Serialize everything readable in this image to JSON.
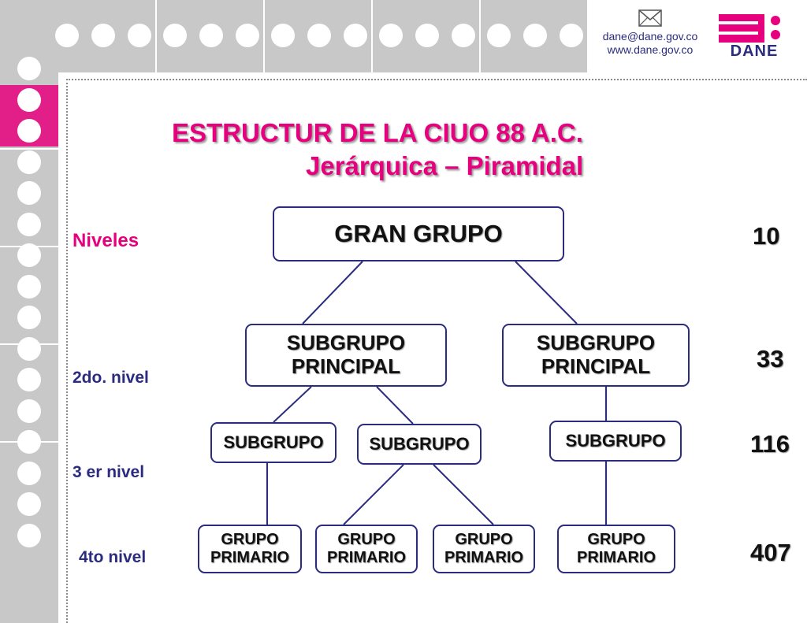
{
  "header": {
    "email": "dane@dane.gov.co",
    "website": "www.dane.gov.co",
    "logo_text": "DANE",
    "accent_color": "#e6007e",
    "brand_color": "#2b2b80"
  },
  "title": {
    "line1": "ESTRUCTUR DE LA CIUO 88 A.C.",
    "line2": "Jerárquica – Piramidal"
  },
  "levels": {
    "heading": "Niveles",
    "second": "2do. nivel",
    "third": "3 er nivel",
    "fourth": "4to nivel"
  },
  "counts": {
    "gran_grupo": "10",
    "subgrupo_principal": "33",
    "subgrupo": "116",
    "grupo_primario": "407"
  },
  "diagram": {
    "gran_grupo": "GRAN GRUPO",
    "subgrupo_principal": [
      "SUBGRUPO\nPRINCIPAL",
      "SUBGRUPO\nPRINCIPAL"
    ],
    "subgrupo": [
      "SUBGRUPO",
      "SUBGRUPO",
      "SUBGRUPO"
    ],
    "grupo_primario": [
      "GRUPO\nPRIMARIO",
      "GRUPO\nPRIMARIO",
      "GRUPO\nPRIMARIO",
      "GRUPO\nPRIMARIO"
    ]
  }
}
